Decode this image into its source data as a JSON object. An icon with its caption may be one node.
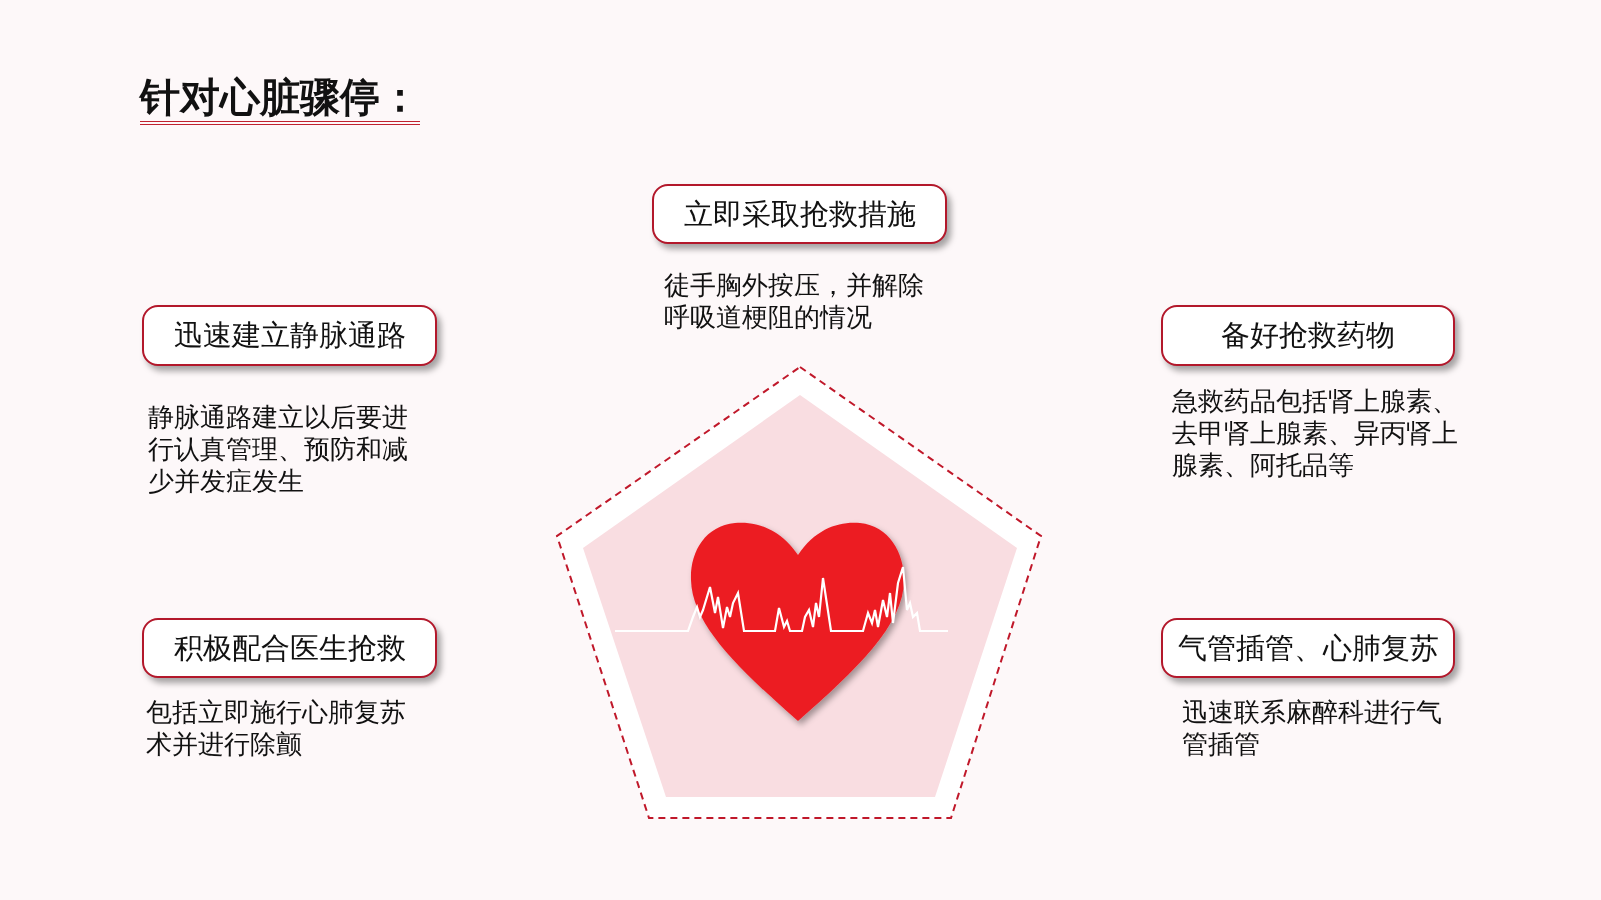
{
  "diagram": {
    "title": "针对心脏骤停：",
    "nodes": [
      {
        "text": [
          "立即采取抢救措施"
        ],
        "beside": [
          "徒手胸外按压，并解除呼吸道梗阻的情况"
        ]
      },
      {
        "text": [
          "迅速建立静脉通路"
        ],
        "beside": [
          "静脉通路建立以后要进行认真管理、预防和减少并发症发生"
        ]
      },
      {
        "text": [
          "备好抢救药物"
        ],
        "beside": [
          "急救药品包括肾上腺素、去甲肾上腺素、异丙肾上腺素、阿托品等"
        ]
      },
      {
        "text": [
          "积极配合医生抢救"
        ],
        "beside": [
          "包括立即施行心肺复苏术并进行除颤"
        ]
      },
      {
        "text": [
          "气管插管、心肺复苏"
        ],
        "beside": [
          "迅速联系麻醉科进行气管插管"
        ]
      }
    ]
  }
}
